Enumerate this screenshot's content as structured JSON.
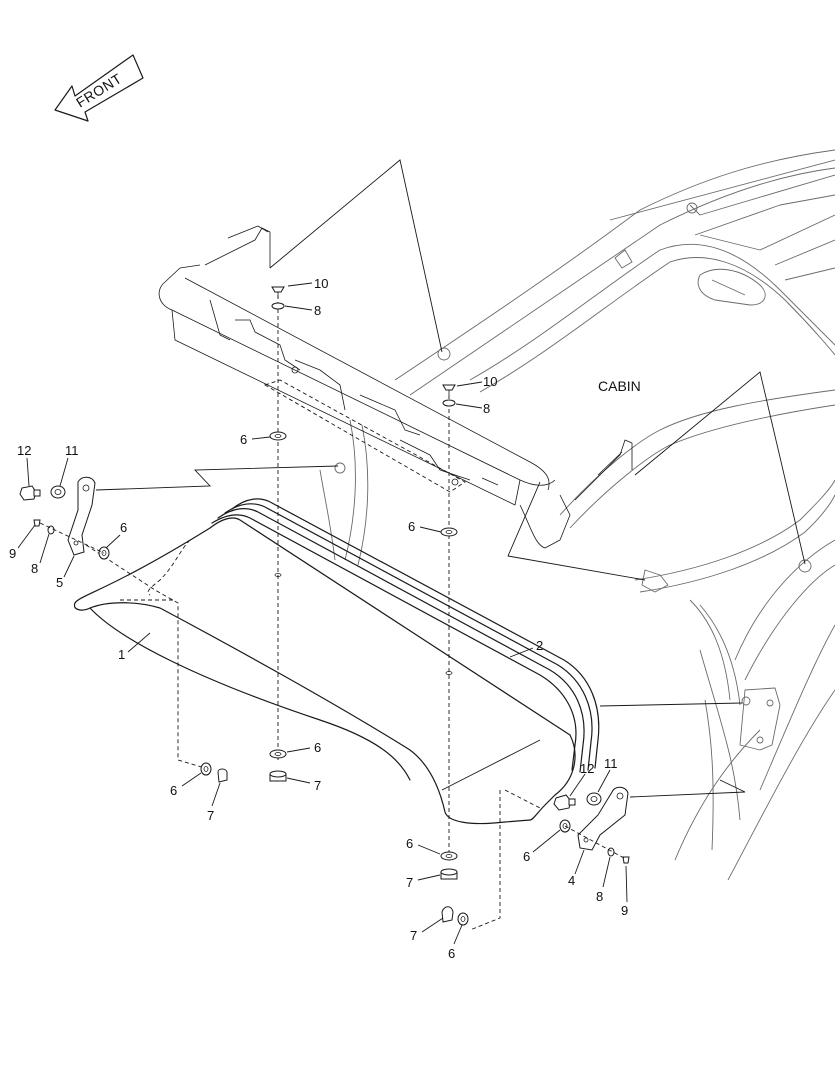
{
  "front_label": "FRONT",
  "cabin_label": "CABIN",
  "callouts": {
    "c1": "1",
    "c2": "2",
    "c4": "4",
    "c5": "5",
    "c6a": "6",
    "c6b": "6",
    "c6c": "6",
    "c6d": "6",
    "c6e": "6",
    "c6f": "6",
    "c6g": "6",
    "c6h": "6",
    "c7a": "7",
    "c7b": "7",
    "c7c": "7",
    "c7d": "7",
    "c8a": "8",
    "c8b": "8",
    "c8c": "8",
    "c8d": "8",
    "c9a": "9",
    "c9b": "9",
    "c10a": "10",
    "c10b": "10",
    "c11a": "11",
    "c11b": "11",
    "c12a": "12",
    "c12b": "12"
  }
}
